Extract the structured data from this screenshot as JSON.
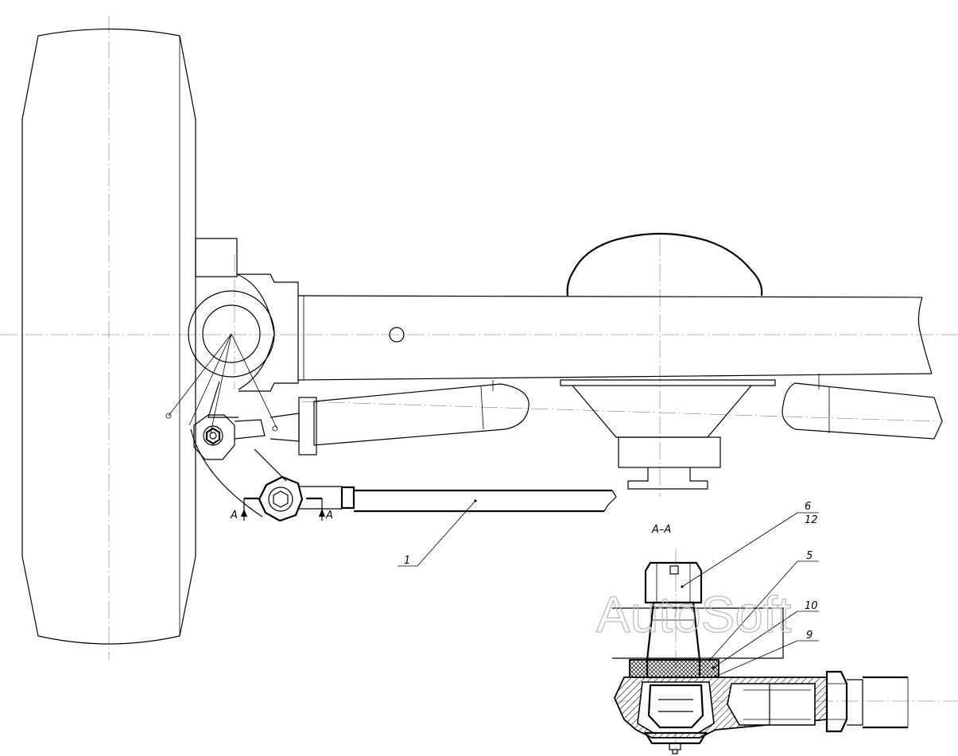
{
  "section_title": "А–А",
  "section_mark": "A",
  "watermark": "AutoSoft",
  "callouts": [
    {
      "id": "1",
      "label": "1"
    },
    {
      "id": "6",
      "label": "6"
    },
    {
      "id": "12",
      "label": "12"
    },
    {
      "id": "5",
      "label": "5"
    },
    {
      "id": "10",
      "label": "10"
    },
    {
      "id": "9",
      "label": "9"
    }
  ],
  "colors": {
    "line": "#000000",
    "centerline": "#777777",
    "hatch": "#000000",
    "watermark": "#bdbdbd"
  }
}
